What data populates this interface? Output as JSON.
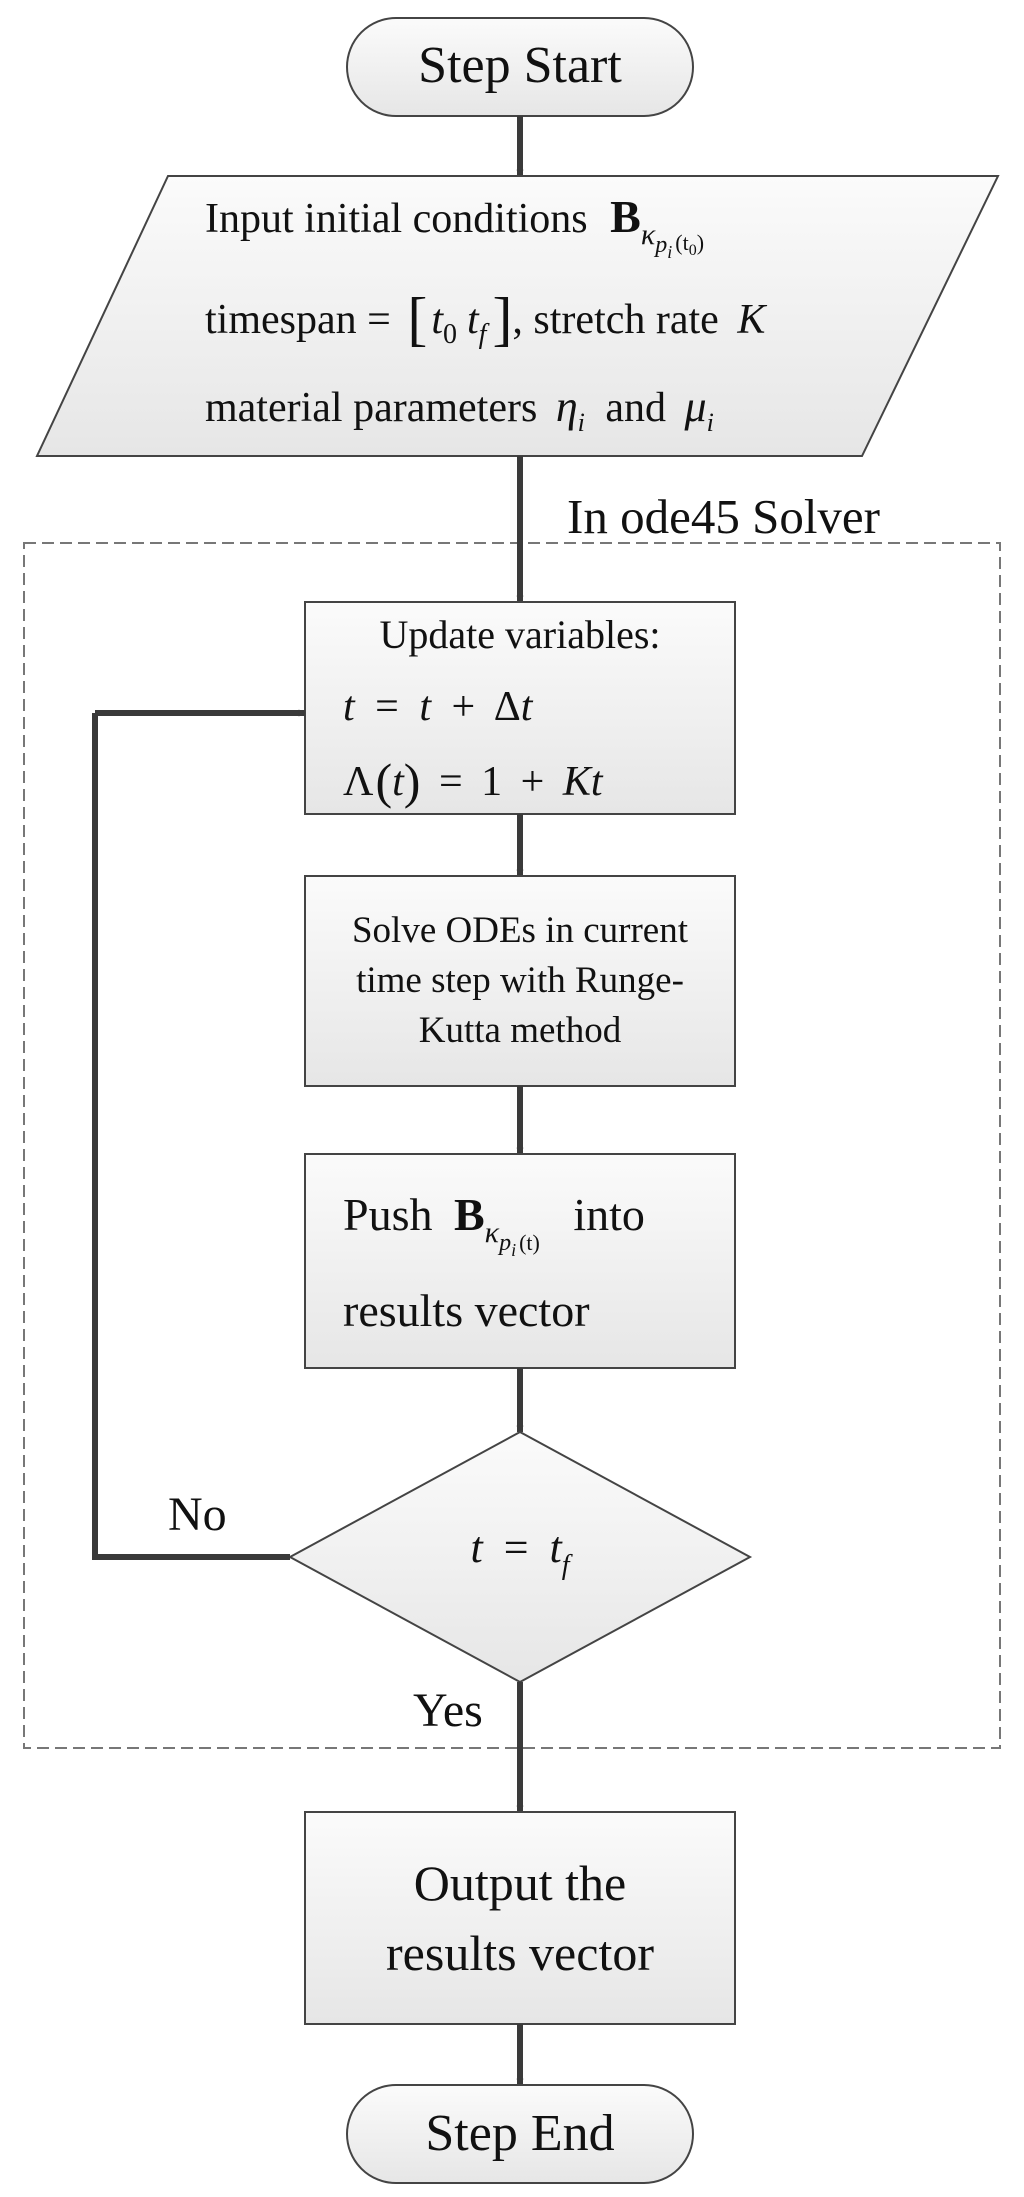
{
  "start": {
    "label": "Step Start"
  },
  "input": {
    "line1": "Input initial conditions",
    "line1_math": {
      "symbol": "B",
      "sub": "κ",
      "subsub": "p",
      "subsubsub": "i",
      "arg": "(t",
      "argsub": "0",
      "argclose": ")"
    },
    "line2_prefix": "timespan =",
    "line2_t0": "t",
    "line2_t0_sub": "0",
    "line2_tf": "t",
    "line2_tf_sub": "f",
    "line2_suffix": ", stretch rate",
    "line2_K": "K",
    "line3_prefix": "material parameters",
    "line3_eta": "η",
    "line3_eta_sub": "i",
    "line3_and": "and",
    "line3_mu": "μ",
    "line3_mu_sub": "i"
  },
  "solver": {
    "label": "In ode45 Solver"
  },
  "update": {
    "title": "Update variables:",
    "eq1_lhs": "t",
    "eq1_eq": "=",
    "eq1_t": "t",
    "eq1_plus": "+",
    "eq1_delta": "Δ",
    "eq1_dt": "t",
    "eq2_lambda": "Λ",
    "eq2_lp": "(",
    "eq2_t": "t",
    "eq2_rp": ")",
    "eq2_eq": "=",
    "eq2_one": "1",
    "eq2_plus": "+",
    "eq2_K": "K",
    "eq2_t2": "t"
  },
  "solve": {
    "line1": "Solve ODEs in current",
    "line2": "time step with Runge-",
    "line3": "Kutta method"
  },
  "push": {
    "word1": "Push",
    "symbol": "B",
    "sub": "κ",
    "subsub": "p",
    "subsubsub": "i",
    "arg": "(t)",
    "word2": "into",
    "line2": "results vector"
  },
  "decision": {
    "lhs": "t",
    "eq": "=",
    "rhs": "t",
    "rhs_sub": "f"
  },
  "branch_no": "No",
  "branch_yes": "Yes",
  "output": {
    "line1": "Output the",
    "line2": "results vector"
  },
  "end": {
    "label": "Step End"
  }
}
